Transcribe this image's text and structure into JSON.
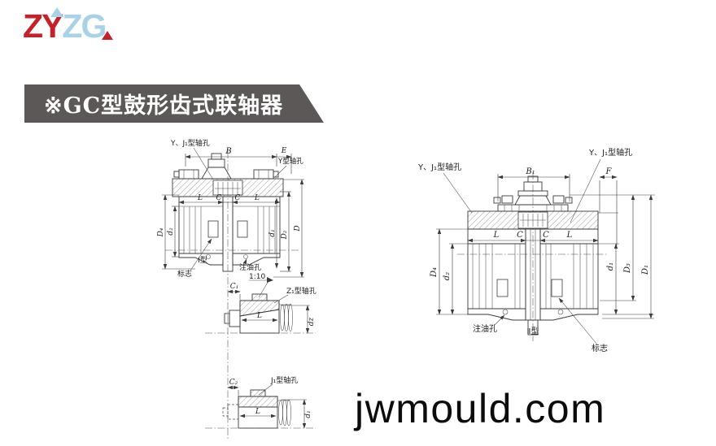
{
  "logo": {
    "zy": "ZY",
    "zg": "ZG",
    "red": "#c4212a",
    "blue": "#a7d2e8"
  },
  "banner": {
    "title": "※GC型鼓形齿式联轴器",
    "bg": "#5b5857"
  },
  "watermark": {
    "text": "jwmould.com"
  },
  "type1": {
    "hole_top": "Y、J₁型轴孔",
    "hole_right": "Y型轴孔",
    "B": "B",
    "E": "E",
    "L1": "L",
    "C1": "C",
    "C2": "C",
    "L2": "L",
    "D4": "D₄",
    "d2": "d₂",
    "d1": "d₁",
    "D2": "D₂",
    "D": "D",
    "mark": "标志",
    "type": "Ⅰ型",
    "oil": "注油孔"
  },
  "z1_sub": {
    "taper": "1:10",
    "hole": "Z₁型轴孔",
    "C1": "C₁",
    "L": "L",
    "d": "dz"
  },
  "j1_sub": {
    "hole": "J₁型轴孔",
    "C2": "C₂",
    "L": "L",
    "d": "d₁"
  },
  "type2": {
    "hole_left": "Y、J₁型轴孔",
    "hole_right": "Y、J₁型轴孔",
    "B1": "B₁",
    "F": "F",
    "L1": "L",
    "C1": "C",
    "C2": "C",
    "L2": "L",
    "D4": "D₄",
    "d2": "d₂",
    "d1": "d₁",
    "D3": "D₃",
    "D1": "D₁",
    "oil": "注油孔",
    "type": "Ⅱ型",
    "mark": "标志"
  }
}
